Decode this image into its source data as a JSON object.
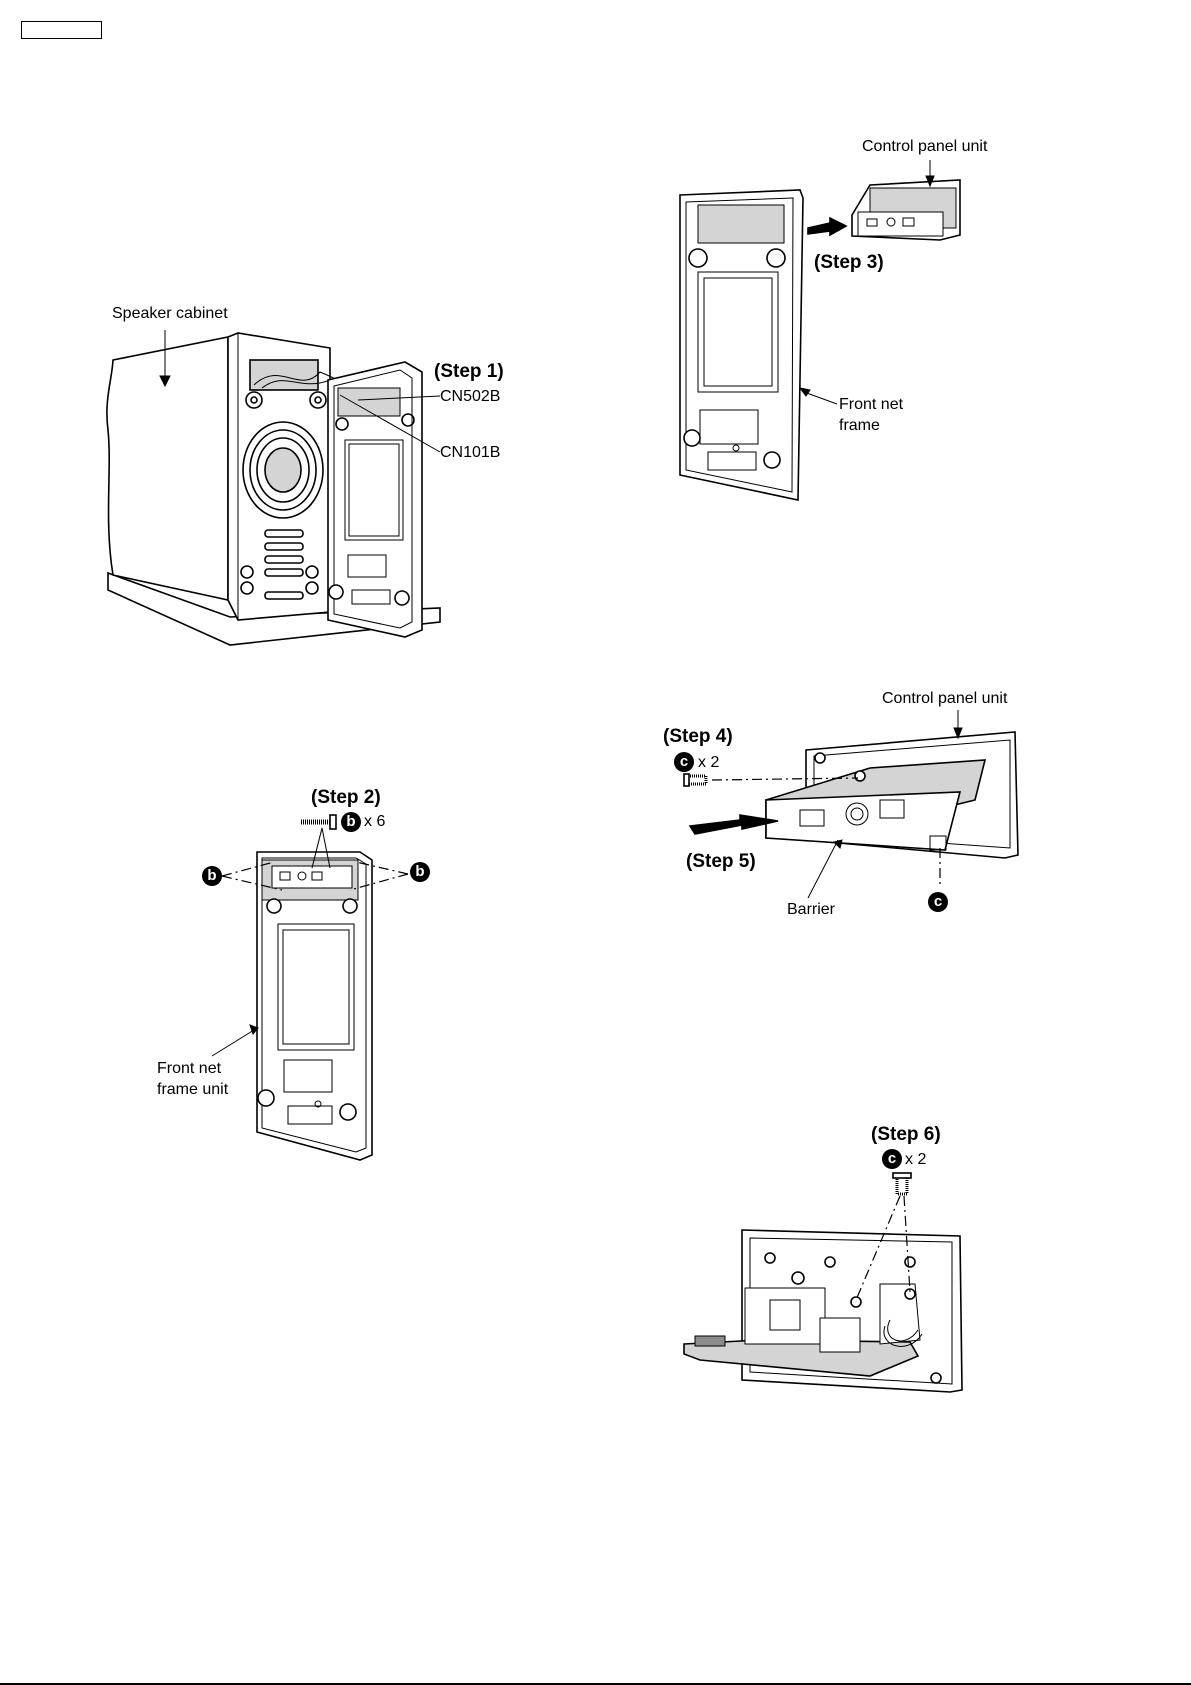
{
  "colors": {
    "ink": "#000000",
    "paper": "#ffffff",
    "shade": "#d4d4d4"
  },
  "figures": {
    "step1": {
      "speaker_cabinet": "Speaker cabinet",
      "step": "(Step 1)",
      "cn502b": "CN502B",
      "cn101b": "CN101B"
    },
    "step2": {
      "step": "(Step 2)",
      "screw_letter": "b",
      "screw_qty": "x 6",
      "front_net_frame_unit_line1": "Front net",
      "front_net_frame_unit_line2": "frame unit"
    },
    "step3": {
      "control_panel_unit": "Control panel unit",
      "step": "(Step 3)",
      "front_net_frame_line1": "Front net",
      "front_net_frame_line2": "frame"
    },
    "step45": {
      "control_panel_unit": "Control panel unit",
      "step4": "(Step 4)",
      "screw_letter": "c",
      "screw_qty": "x 2",
      "step5": "(Step 5)",
      "barrier": "Barrier"
    },
    "step6": {
      "step": "(Step 6)",
      "screw_letter": "c",
      "screw_qty": "x 2"
    }
  }
}
